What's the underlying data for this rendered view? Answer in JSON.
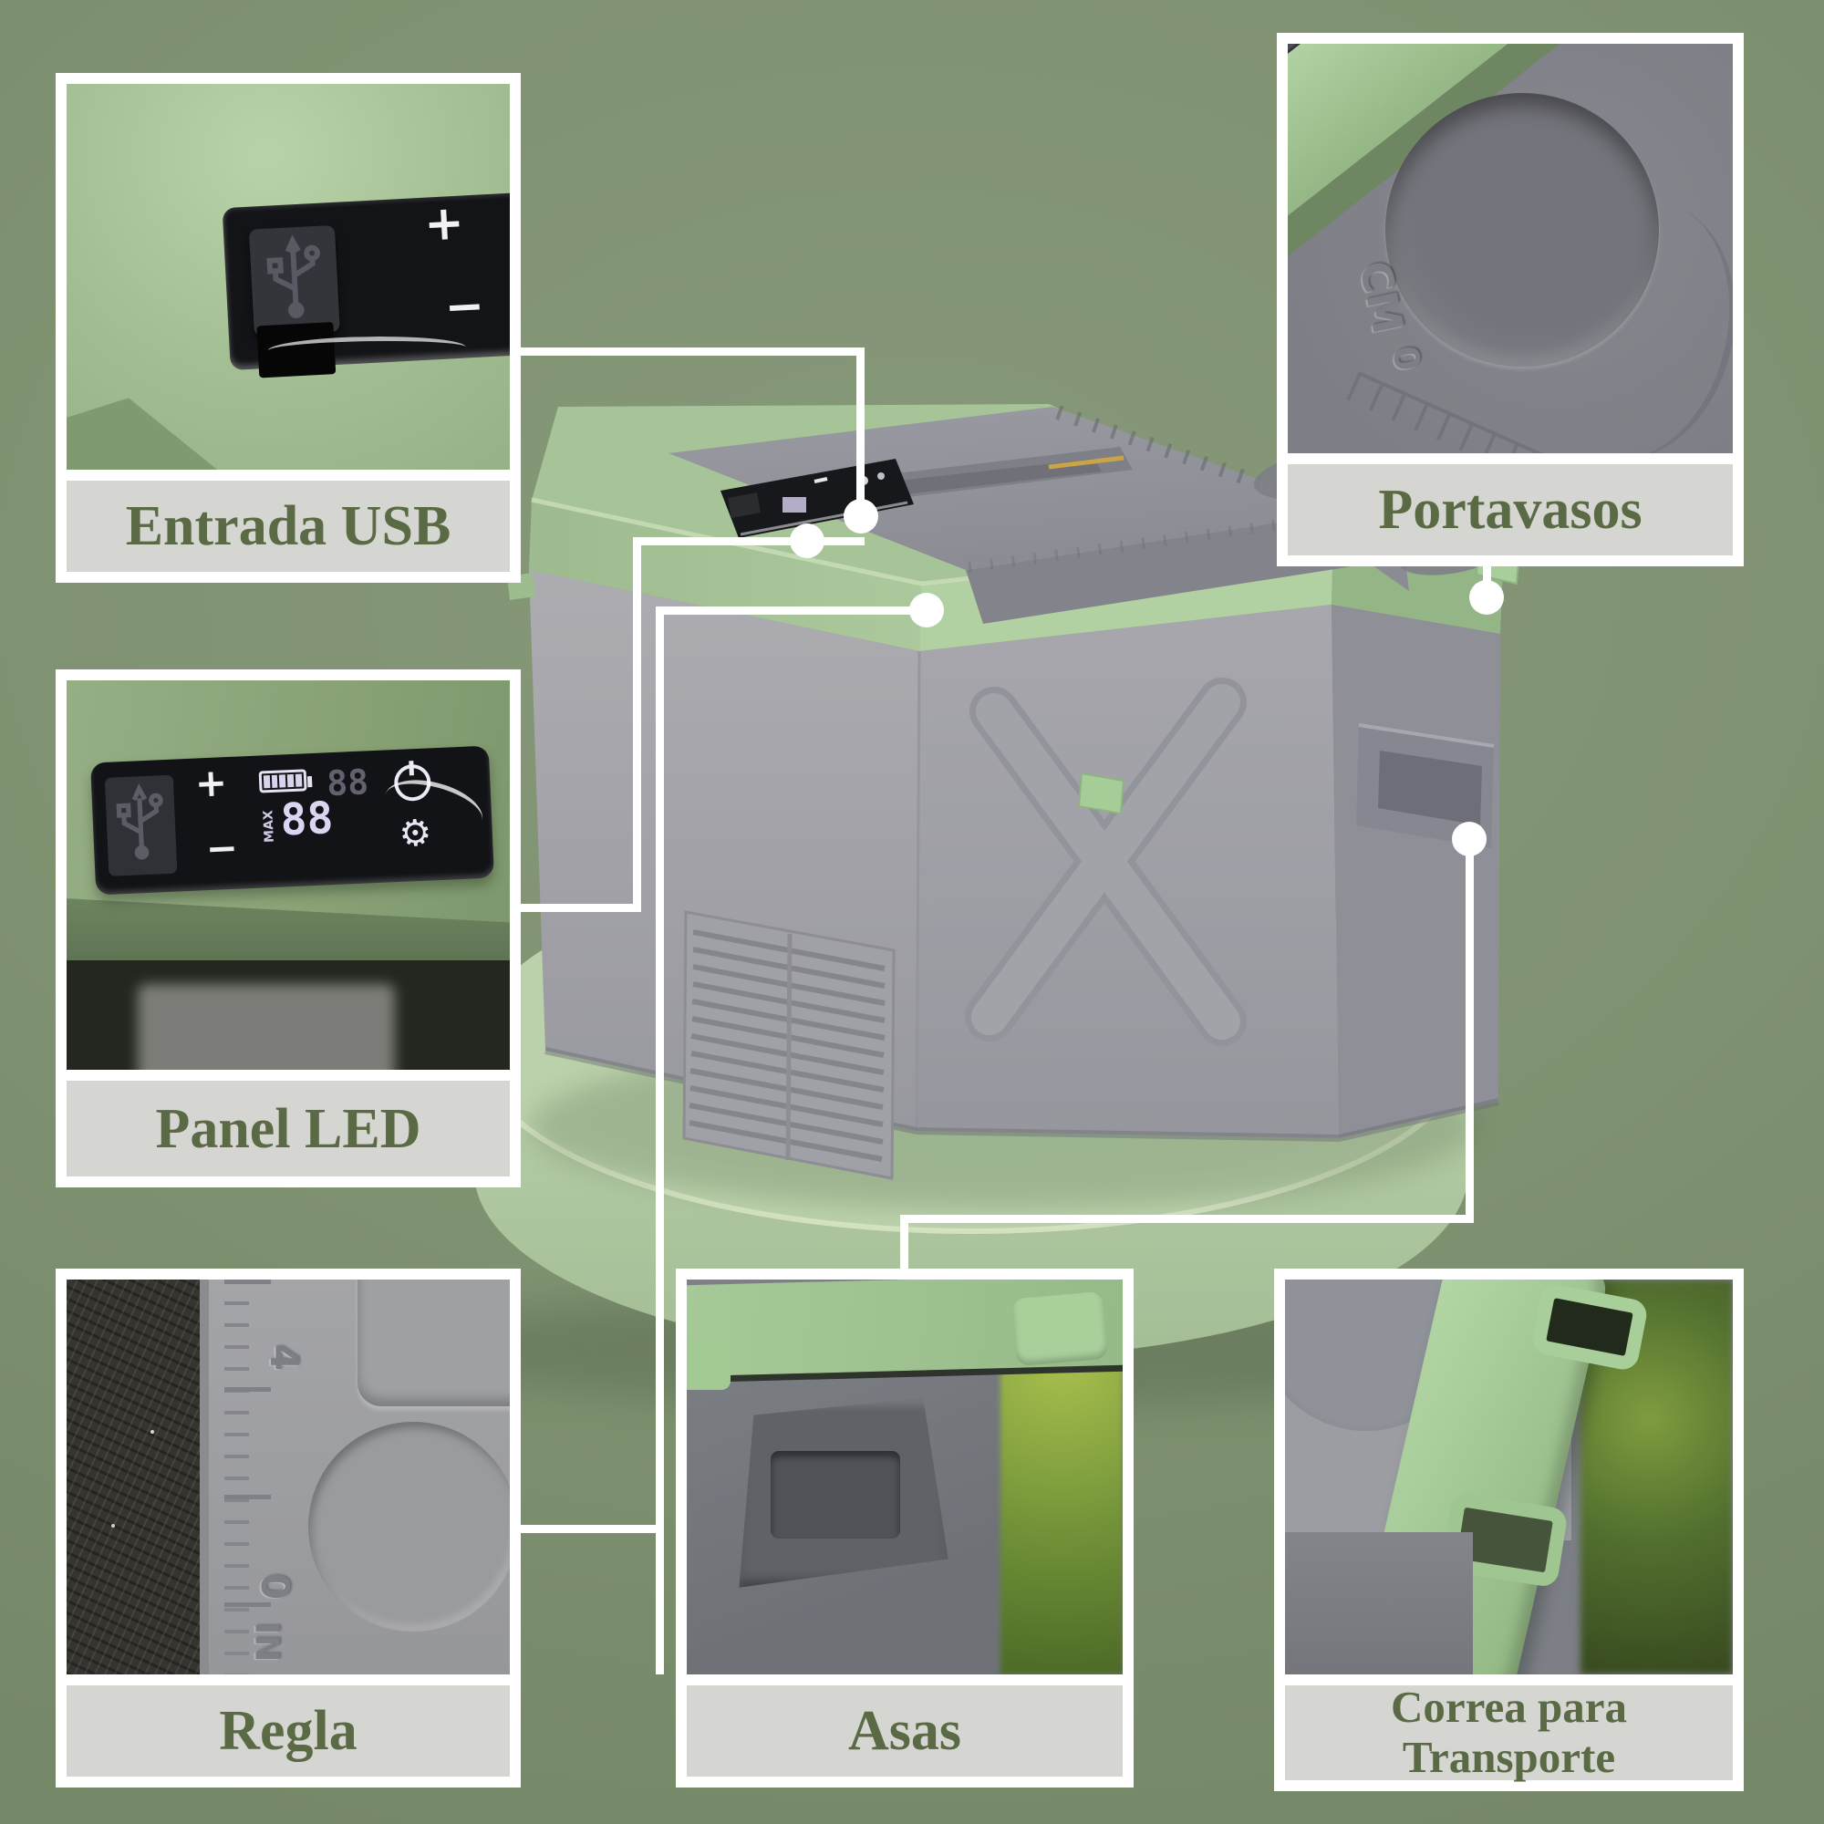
{
  "colors": {
    "background": "#7e9170",
    "card_frame": "#ffffff",
    "label_bg": "#d5d6d1",
    "label_text": "#5a6a45",
    "connector": "#ffffff",
    "product_green": "#aac89b",
    "product_gray": "#9fa0a6",
    "panel_black": "#141518",
    "pedestal_green": "#bad1ab"
  },
  "features": {
    "usb": {
      "label": "Entrada USB",
      "panel_plus": "+",
      "panel_minus": "−"
    },
    "portavasos": {
      "label": "Portavasos",
      "engraving_cm": "CM",
      "engraving_zero": "0"
    },
    "panel_led": {
      "label": "Panel LED",
      "panel_plus": "+",
      "panel_minus": "−",
      "display_max": "MAX",
      "display_digits": "88",
      "display_digits_ghost": "88",
      "gear_icon": "⚙"
    },
    "regla": {
      "label": "Regla",
      "mark_four": "4",
      "mark_zero": "0",
      "mark_in": "IN"
    },
    "asas": {
      "label": "Asas"
    },
    "correa": {
      "label_line1": "Correa para",
      "label_line2": "Transporte"
    }
  }
}
